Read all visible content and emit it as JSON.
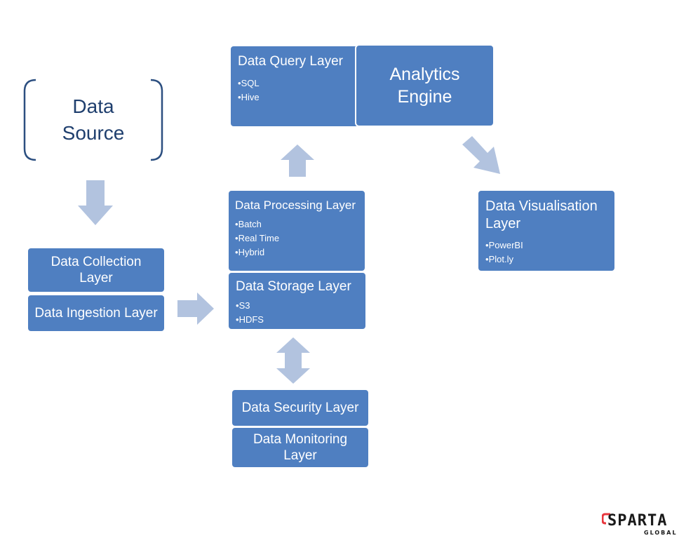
{
  "data_source": {
    "line1": "Data",
    "line2": "Source"
  },
  "collection": {
    "title": "Data Collection Layer"
  },
  "ingestion": {
    "title": "Data Ingestion Layer"
  },
  "query": {
    "title": "Data Query Layer",
    "items": [
      "SQL",
      "Hive"
    ]
  },
  "analytics": {
    "line1": "Analytics",
    "line2": "Engine"
  },
  "processing": {
    "title": "Data Processing Layer",
    "items": [
      "Batch",
      "Real Time",
      "Hybrid"
    ]
  },
  "storage": {
    "title": "Data Storage Layer",
    "items": [
      "S3",
      "HDFS"
    ]
  },
  "security": {
    "title": "Data Security Layer"
  },
  "monitoring": {
    "title": "Data Monitoring Layer"
  },
  "visualisation": {
    "title": "Data Visualisation Layer",
    "items": [
      "PowerBI",
      "Plot.ly"
    ]
  },
  "logo": {
    "word": "SPARTA",
    "sub": "GLOBAL"
  },
  "colors": {
    "box": "#4f7fc1",
    "arrow": "#b2c3df",
    "source_text": "#1f3f6e",
    "logo_red": "#e8373e"
  }
}
